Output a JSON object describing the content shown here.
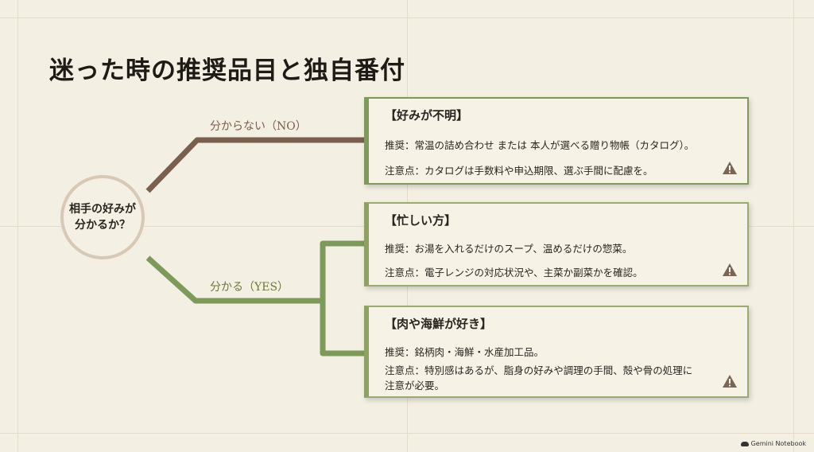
{
  "title": "迷った時の推奨品目と独自番付",
  "start_node": {
    "label": "相手の好みが\n分かるか？"
  },
  "branches": {
    "no": {
      "label": "分からない（NO）",
      "color": "#7a5e4e"
    },
    "yes": {
      "label": "分かる（YES）",
      "color": "#6b7a3e"
    }
  },
  "cards": [
    {
      "heading": "【好みが不明】",
      "recommend": "推奨：常温の詰め合わせ または 本人が選べる贈り物帳（カタログ）。",
      "caution": "注意点：カタログは手数料や申込期限、選ぶ手間に配慮を。",
      "icon": "warning-icon"
    },
    {
      "heading": "【忙しい方】",
      "recommend": "推奨：お湯を入れるだけのスープ、温めるだけの惣菜。",
      "caution": "注意点：電子レンジの対応状況や、主菜か副菜かを確認。",
      "icon": "warning-icon"
    },
    {
      "heading": "【肉や海鮮が好き】",
      "recommend": "推奨：銘柄肉・海鮮・水産加工品。",
      "caution": "注意点：特別感はあるが、脂身の好みや調理の手間、殻や骨の処理に注意が必要。",
      "icon": "warning-icon"
    }
  ],
  "brand": "Gemini Notebook"
}
